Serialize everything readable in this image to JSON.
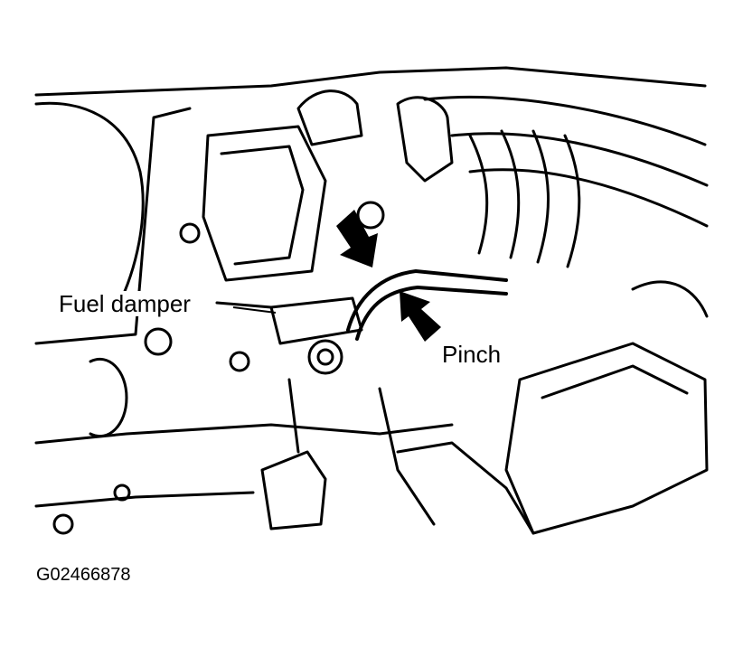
{
  "callouts": {
    "fuel_damper": "Fuel damper",
    "pinch": "Pinch"
  },
  "figure_id": "G02466878",
  "colors": {
    "ink": "#000000",
    "paper": "#ffffff"
  },
  "icons": {
    "arrow_1": "bold-arrow-icon",
    "arrow_2": "bold-arrow-icon"
  }
}
